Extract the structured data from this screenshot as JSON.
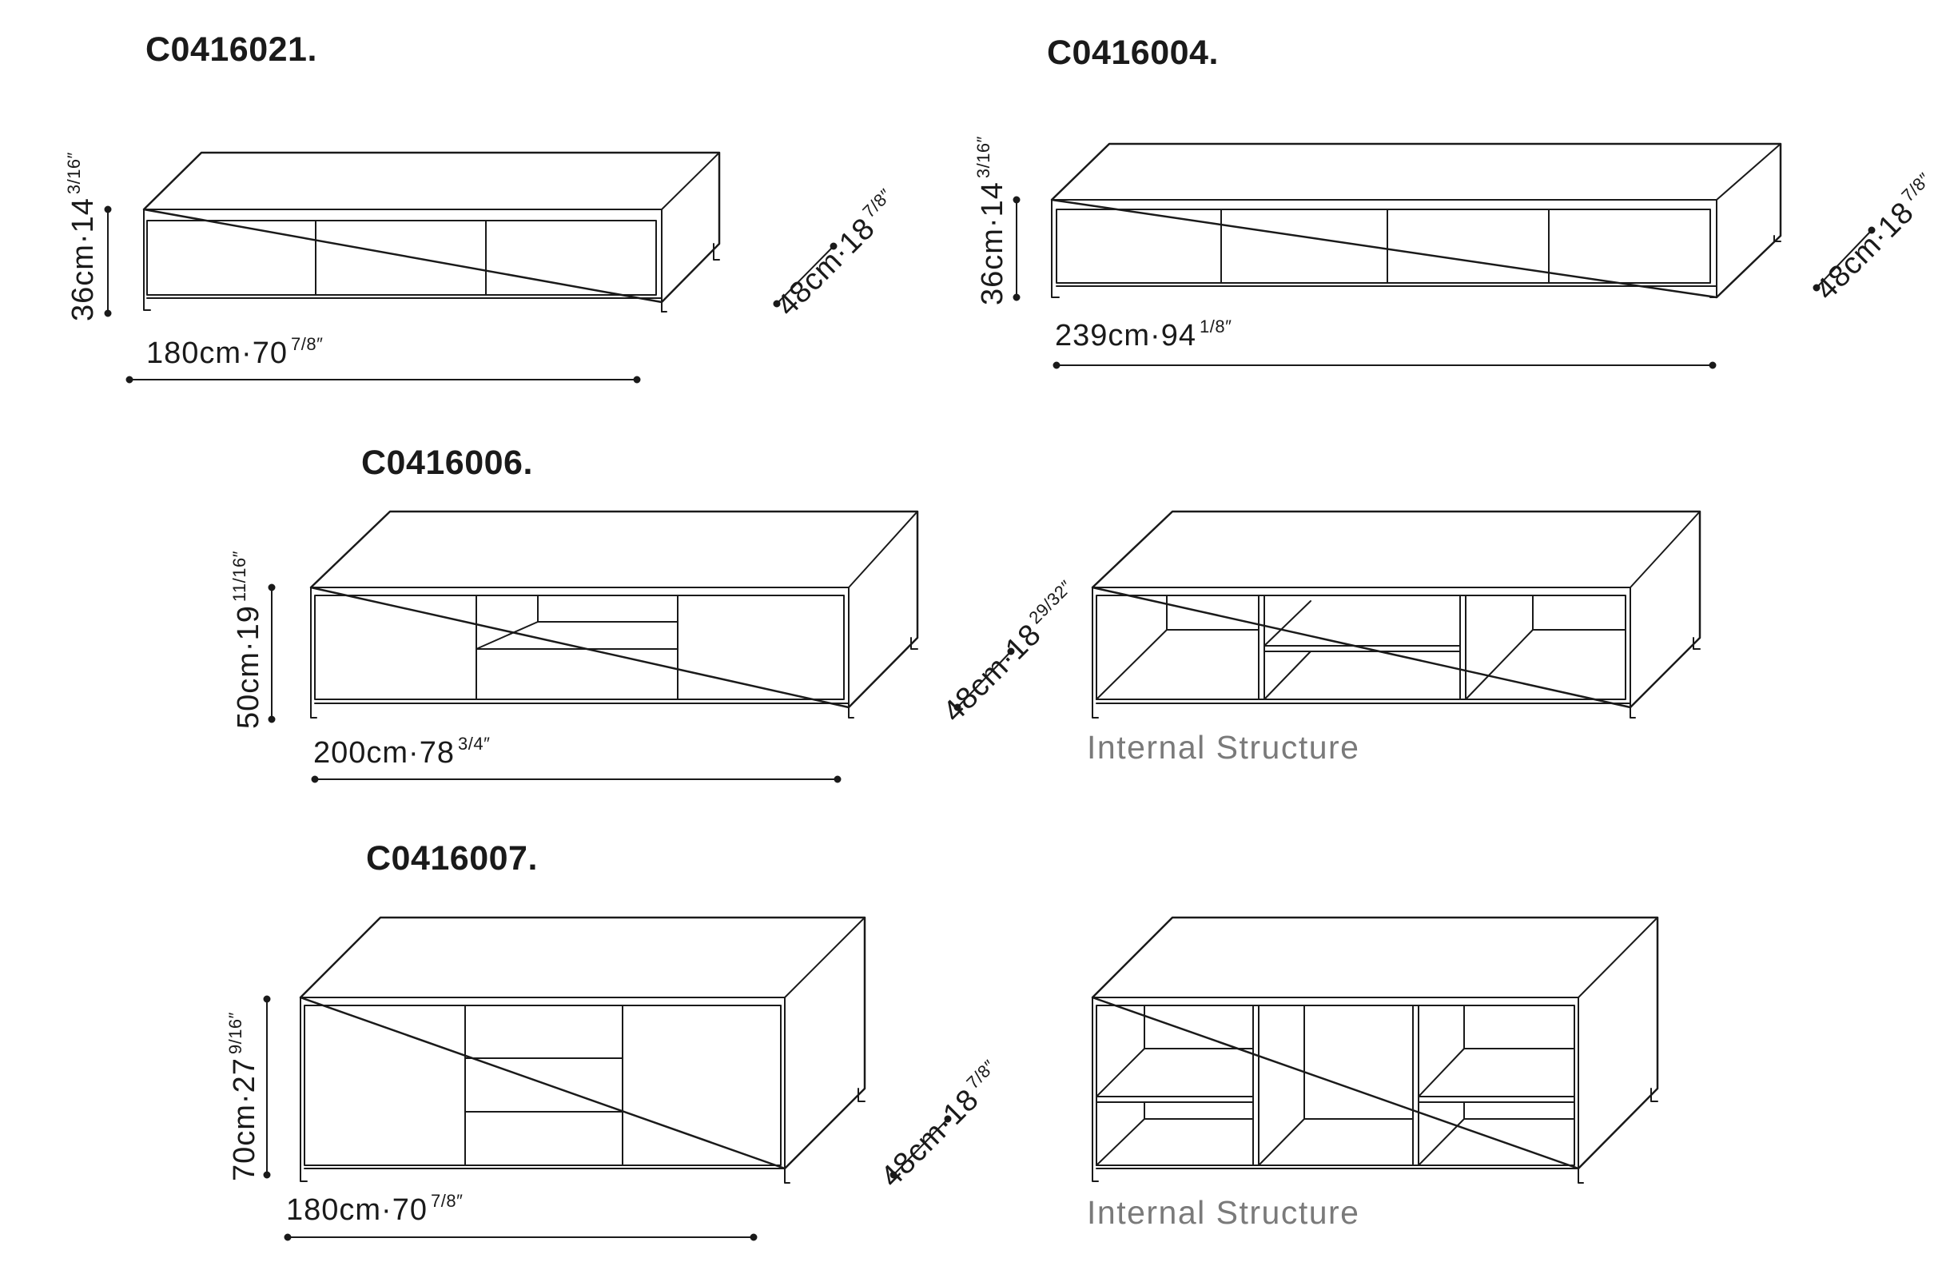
{
  "products": [
    {
      "code": "C0416021.",
      "height": {
        "main": "36cm·14",
        "frac": "3/16″"
      },
      "depth": {
        "main": "48cm·18",
        "frac": "7/8″"
      },
      "width": {
        "main": "180cm·70",
        "frac": "7/8″"
      }
    },
    {
      "code": "C0416004.",
      "height": {
        "main": "36cm·14",
        "frac": "3/16″"
      },
      "depth": {
        "main": "48cm·18",
        "frac": "7/8″"
      },
      "width": {
        "main": "239cm·94",
        "frac": "1/8″"
      }
    },
    {
      "code": "C0416006.",
      "height": {
        "main": "50cm·19",
        "frac": "11/16″"
      },
      "depth": {
        "main": "48cm·18",
        "frac": "29/32″"
      },
      "width": {
        "main": "200cm·78",
        "frac": "3/4″"
      }
    },
    {
      "code": "C0416007.",
      "height": {
        "main": "70cm·27",
        "frac": "9/16″"
      },
      "depth": {
        "main": "48cm·18",
        "frac": "7/8″"
      },
      "width": {
        "main": "180cm·70",
        "frac": "7/8″"
      }
    }
  ],
  "captions": {
    "internal_structure_1": "Internal Structure",
    "internal_structure_2": "Internal Structure"
  },
  "colors": {
    "line": "#1a1a1a",
    "caption": "#7a7a7a"
  }
}
